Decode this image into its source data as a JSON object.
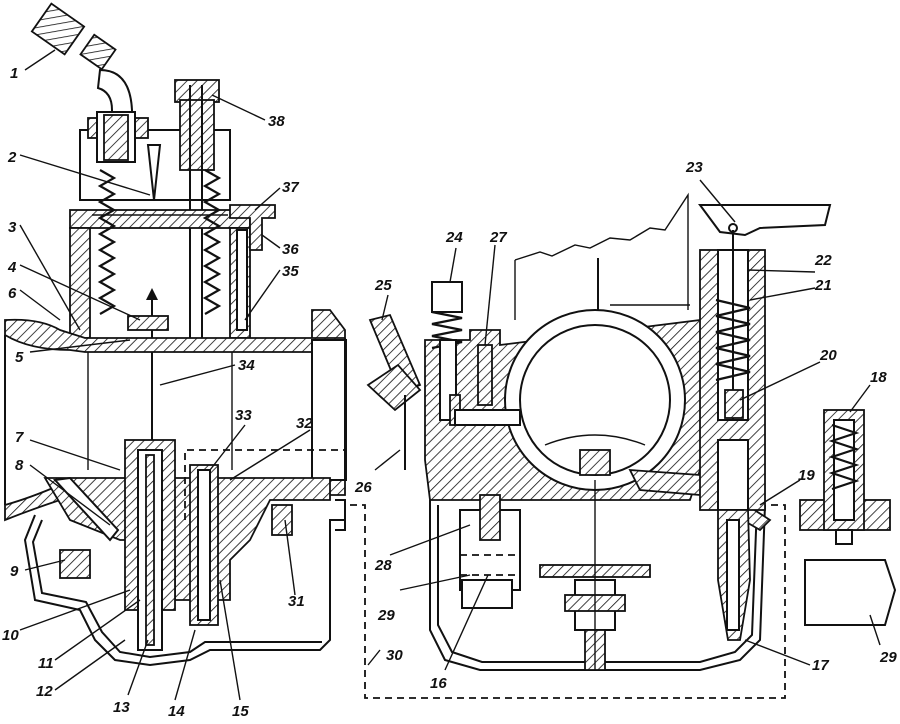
{
  "diagram": {
    "labels": [
      {
        "id": "1",
        "text": "1"
      },
      {
        "id": "2",
        "text": "2"
      },
      {
        "id": "3",
        "text": "3"
      },
      {
        "id": "4",
        "text": "4"
      },
      {
        "id": "5",
        "text": "5"
      },
      {
        "id": "6",
        "text": "6"
      },
      {
        "id": "7",
        "text": "7"
      },
      {
        "id": "8",
        "text": "8"
      },
      {
        "id": "9",
        "text": "9"
      },
      {
        "id": "10",
        "text": "10"
      },
      {
        "id": "11",
        "text": "11"
      },
      {
        "id": "12",
        "text": "12"
      },
      {
        "id": "13",
        "text": "13"
      },
      {
        "id": "14",
        "text": "14"
      },
      {
        "id": "15",
        "text": "15"
      },
      {
        "id": "16",
        "text": "16"
      },
      {
        "id": "17",
        "text": "17"
      },
      {
        "id": "18",
        "text": "18"
      },
      {
        "id": "19",
        "text": "19"
      },
      {
        "id": "20",
        "text": "20"
      },
      {
        "id": "21",
        "text": "21"
      },
      {
        "id": "22",
        "text": "22"
      },
      {
        "id": "23",
        "text": "23"
      },
      {
        "id": "24",
        "text": "24"
      },
      {
        "id": "25",
        "text": "25"
      },
      {
        "id": "26",
        "text": "26"
      },
      {
        "id": "27",
        "text": "27"
      },
      {
        "id": "28",
        "text": "28"
      },
      {
        "id": "29a",
        "text": "29"
      },
      {
        "id": "29b",
        "text": "29"
      },
      {
        "id": "30",
        "text": "30"
      },
      {
        "id": "31",
        "text": "31"
      },
      {
        "id": "32",
        "text": "32"
      },
      {
        "id": "33",
        "text": "33"
      },
      {
        "id": "34",
        "text": "34"
      },
      {
        "id": "35",
        "text": "35"
      },
      {
        "id": "36",
        "text": "36"
      },
      {
        "id": "37",
        "text": "37"
      },
      {
        "id": "38",
        "text": "38"
      }
    ],
    "colors": {
      "ink": "#111111",
      "paper": "#ffffff"
    }
  }
}
